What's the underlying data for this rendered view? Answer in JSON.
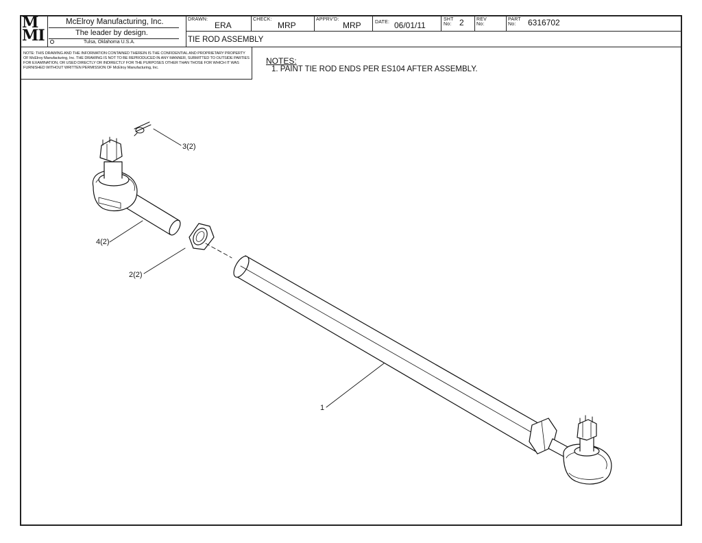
{
  "title_block": {
    "logo_text_top": "M",
    "logo_text_bottom": "MI",
    "company_name": "McElroy Manufacturing, Inc.",
    "tagline": "The leader by design.",
    "location": "Tulsa, Oklahoma U.S.A.",
    "drawn_label": "DRAWN:",
    "drawn_value": "ERA",
    "check_label": "CHECK:",
    "check_value": "MRP",
    "apprvd_label": "APPRV'D:",
    "apprvd_value": "MRP",
    "date_label": "DATE:",
    "date_value": "06/01/11",
    "sht_label": "SHT No:",
    "sht_value": "2",
    "rev_label": "REV No:",
    "rev_value": "",
    "part_label": "PART No:",
    "part_value": "6316702",
    "drawing_title": "TIE ROD ASSEMBLY",
    "notice": "NOTE: THIS DRAWING AND THE INFORMATION CONTAINED THEREIN IS THE CONFIDENTIAL AND PROPRIETARY PROPERTY OF McElroy Manufacturing, Inc. THE DRAWING IS NOT TO BE REPRODUCED IN ANY MANNER, SUBMITTED TO OUTSIDE PARTIES FOR EXAMINATION, OR USED DIRECTLY OR INDIRECTLY FOR THE PURPOSES OTHER THAN THOSE FOR WHICH IT WAS FURNISHED WITHOUT WRITTEN PERMISSION OF McElroy Manufacturing, Inc."
  },
  "notes": {
    "heading": "NOTES:",
    "items": [
      "1. PAINT TIE ROD ENDS PER ES104 AFTER ASSEMBLY."
    ]
  },
  "callouts": {
    "item1": "1",
    "item2": "2(2)",
    "item3": "3(2)",
    "item4": "4(2)"
  }
}
